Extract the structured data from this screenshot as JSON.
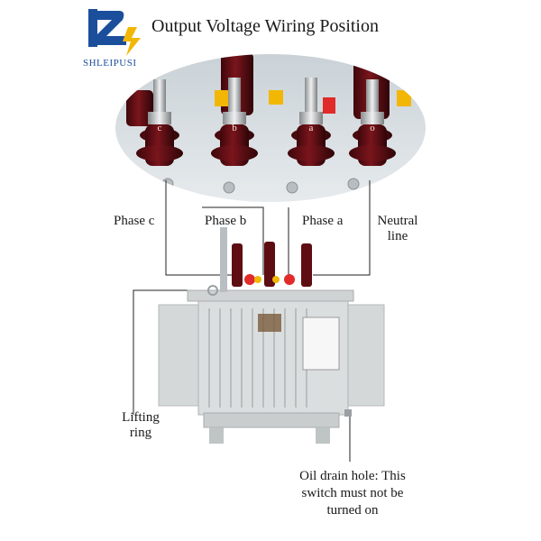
{
  "header": {
    "title": "Output Voltage Wiring Position",
    "brand": "SHLEIPUSI"
  },
  "bushings": {
    "letters": [
      "c",
      "b",
      "a",
      "o"
    ]
  },
  "labels": {
    "phase_c": "Phase c",
    "phase_b": "Phase b",
    "phase_a": "Phase a",
    "neutral_line_1": "Neutral",
    "neutral_line_2": "line",
    "lifting_ring_1": "Lifting",
    "lifting_ring_2": "ring",
    "oil_drain_1": "Oil drain hole: This",
    "oil_drain_2": "switch must not be",
    "oil_drain_3": "turned on"
  },
  "colors": {
    "brand_blue": "#1b4f9c",
    "brand_yellow": "#f2b705",
    "porcelain": "#6b1016",
    "tank": "#d9dcdc",
    "leader": "#222222"
  }
}
